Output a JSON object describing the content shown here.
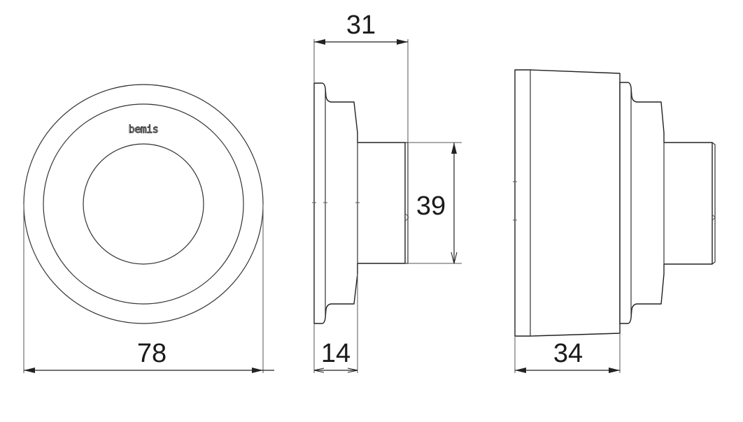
{
  "drawing": {
    "title": "Technical drawing - three orthographic views",
    "units": "mm",
    "line_color": "#222222",
    "background": "#ffffff"
  },
  "views": {
    "front": {
      "label": "front-view",
      "logo_text": "bemis",
      "dimensions": {
        "overall_diameter": "78"
      }
    },
    "side": {
      "label": "side-view",
      "dimensions": {
        "overall_depth": "31",
        "hub_diameter": "39",
        "flange_depth": "14"
      }
    },
    "side_with_cover": {
      "label": "side-view-with-cover",
      "dimensions": {
        "cover_depth": "34"
      }
    }
  }
}
